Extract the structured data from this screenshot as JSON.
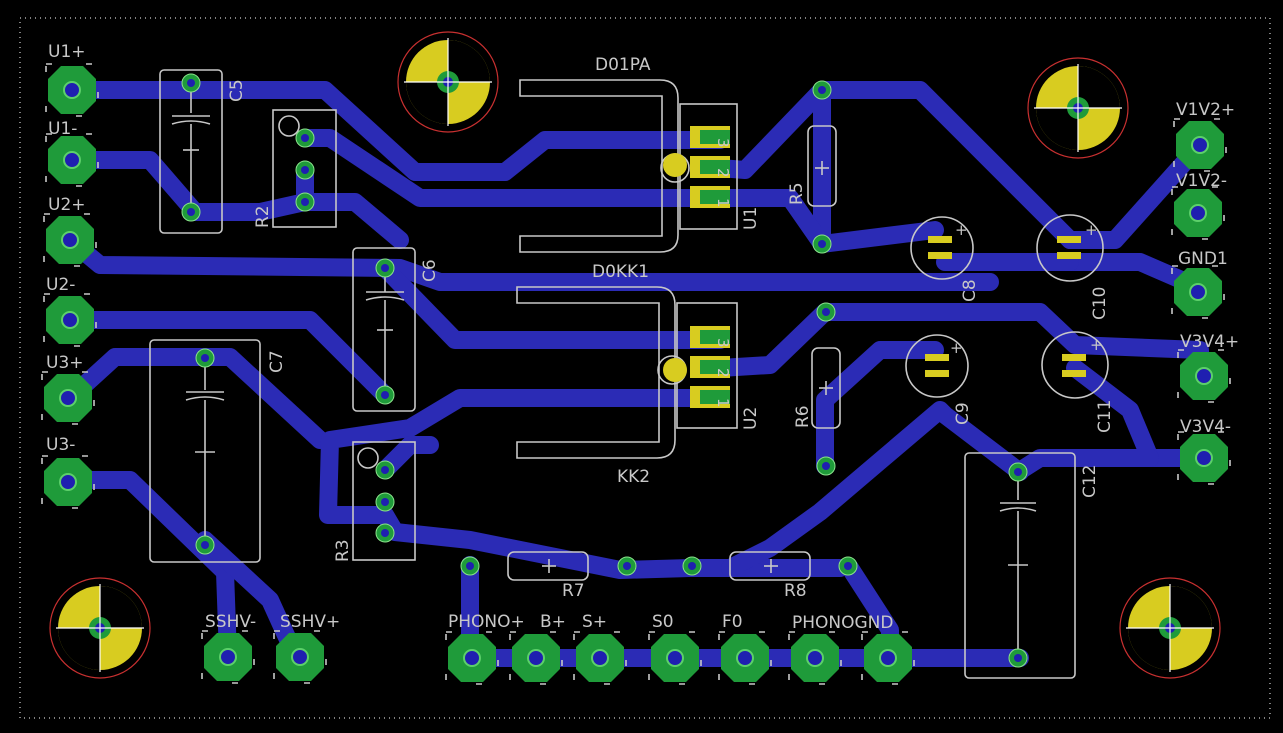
{
  "board": {
    "connectors": {
      "u1p": "U1+",
      "u1m": "U1-",
      "u2p": "U2+",
      "u2m": "U2-",
      "u3p": "U3+",
      "u3m": "U3-",
      "v1v2p": "V1V2+",
      "v1v2m": "V1V2-",
      "gnd1": "GND1",
      "v3v4p": "V3V4+",
      "v3v4m": "V3V4-",
      "sshvm": "SSHV-",
      "sshvp": "SSHV+",
      "phono_plus_overlap": "PHONO+",
      "b_plus": "B+",
      "s_plus": "S+",
      "s0": "S0",
      "f0": "F0",
      "phono_gnd_overlap": "PHONOGND"
    },
    "components": {
      "c5": "C5",
      "c6": "C6",
      "c7": "C7",
      "c8": "C8",
      "c9": "C9",
      "c10": "C10",
      "c11": "C11",
      "c12": "C12",
      "r2": "R2",
      "r3": "R3",
      "r5": "R5",
      "r6": "R6",
      "r7": "R7",
      "r8": "R8",
      "u1": "U1",
      "u2": "U2",
      "d01pa": "D01PA",
      "overlap_mid": "D0KK1",
      "kk2": "KK2"
    },
    "pin_numbers": {
      "p1": "1",
      "p2": "2",
      "p3": "3"
    },
    "colors": {
      "background": "#000000",
      "trace": "#2b2bb5",
      "pad": "#1f9b3a",
      "silkscreen": "#c8c8c8",
      "mount_hole": "#d8cc20",
      "mount_ring": "#c83030"
    }
  }
}
